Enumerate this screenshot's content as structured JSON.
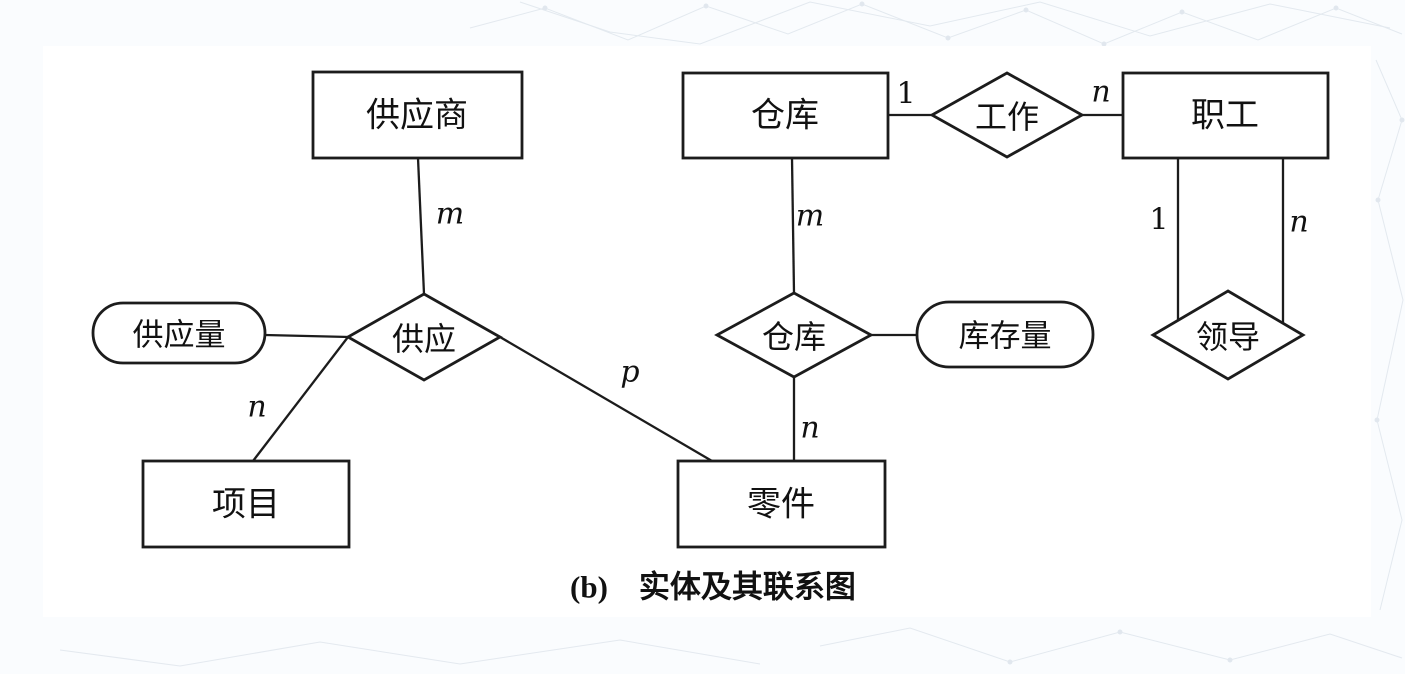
{
  "caption": "(b) 实体及其联系图",
  "entities": {
    "supplier": "供应商",
    "warehouse": "仓库",
    "employee": "职工",
    "project": "项目",
    "part": "零件"
  },
  "relationships": {
    "supply": "供应",
    "work": "工作",
    "storage": "仓库",
    "lead": "领导"
  },
  "attributes": {
    "supply_qty": "供应量",
    "stock_qty": "库存量"
  },
  "cardinalities": {
    "supplier_supply": "m",
    "project_supply": "n",
    "part_supply": "p",
    "warehouse_storage": "m",
    "part_storage": "n",
    "warehouse_work": "1",
    "employee_work": "n",
    "employee_lead_one": "1",
    "employee_lead_many": "n"
  },
  "colors": {
    "stroke": "#1c1c1c",
    "panel": "#ffffff",
    "page_bg": "#fafcfe"
  }
}
